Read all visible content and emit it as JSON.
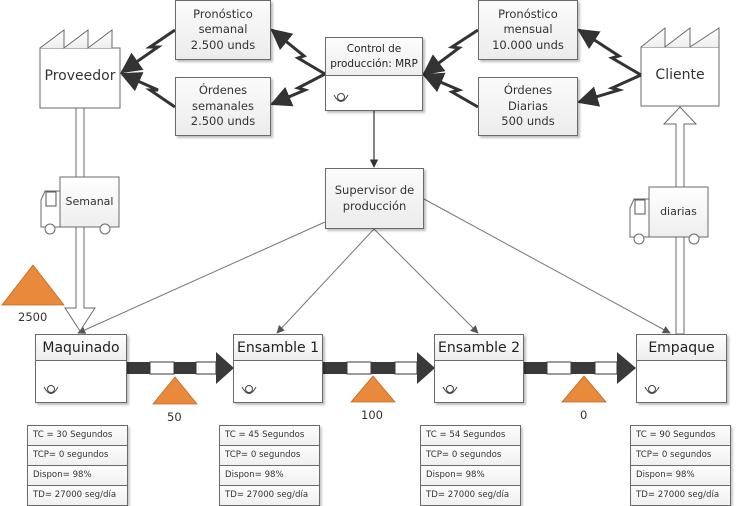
{
  "diagram": {
    "type": "value-stream-map",
    "colors": {
      "inventory_triangle": "#e8893b",
      "push_arrow": "#3a3a3a",
      "box_border": "#6a6a6a"
    },
    "supplier": {
      "label": "Proveedor"
    },
    "customer": {
      "label": "Cliente"
    },
    "production_control": {
      "label_line1": "Control de",
      "label_line2": "producción: MRP"
    },
    "supervisor": {
      "label_line1": "Supervisor de",
      "label_line2": "producción"
    },
    "info_flows": {
      "supplier_forecast": {
        "line1": "Pronóstico",
        "line2": "semanal",
        "line3": "2.500 unds"
      },
      "supplier_orders": {
        "line1": "Órdenes",
        "line2": "semanales",
        "line3": "2.500 unds"
      },
      "customer_forecast": {
        "line1": "Pronóstico",
        "line2": "mensual",
        "line3": "10.000 unds"
      },
      "customer_orders": {
        "line1": "Órdenes",
        "line2": "Diarias",
        "line3": "500 unds"
      }
    },
    "shipments": {
      "inbound": {
        "label": "Semanal"
      },
      "outbound": {
        "label": "diarias"
      }
    },
    "inventories": [
      {
        "label": "2500"
      },
      {
        "label": "50"
      },
      {
        "label": "100"
      },
      {
        "label": "0"
      }
    ],
    "processes": [
      {
        "name": "Maquinado",
        "tc": "TC = 30 Segundos",
        "tcp": "TCP= 0 segundos",
        "dispon": "Dispon= 98%",
        "td": "TD= 27000 seg/día"
      },
      {
        "name": "Ensamble 1",
        "tc": "TC = 45 Segundos",
        "tcp": "TCP= 0 segundos",
        "dispon": "Dispon= 98%",
        "td": "TD= 27000 seg/día"
      },
      {
        "name": "Ensamble 2",
        "tc": "TC = 54 Segundos",
        "tcp": "TCP= 0 segundos",
        "dispon": "Dispon= 98%",
        "td": "TD= 27000 seg/día"
      },
      {
        "name": "Empaque",
        "tc": "TC = 90 Segundos",
        "tcp": "TCP= 0 segundos",
        "dispon": "Dispon= 98%",
        "td": "TD= 27000 seg/día"
      }
    ]
  }
}
